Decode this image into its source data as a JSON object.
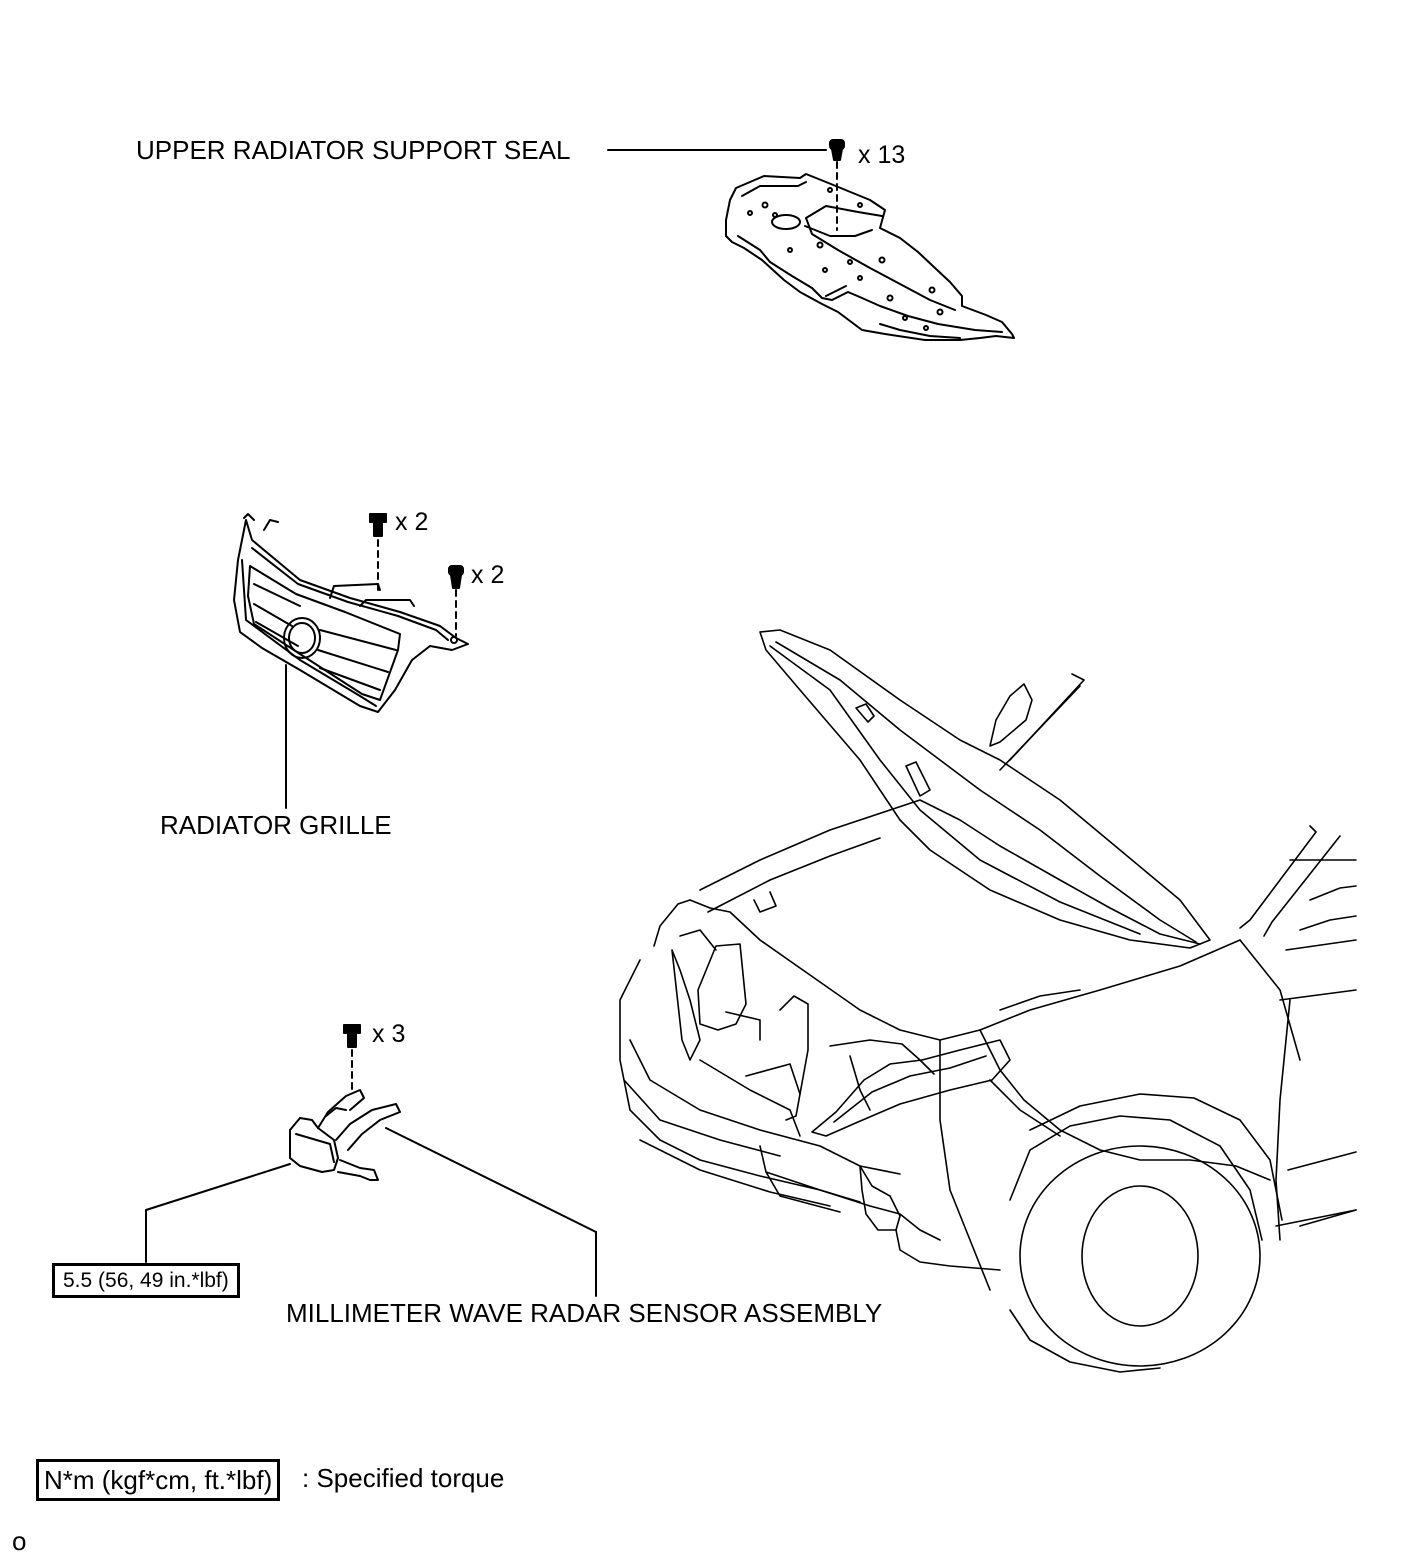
{
  "labels": {
    "upper_seal": "UPPER RADIATOR SUPPORT SEAL",
    "grille": "RADIATOR GRILLE",
    "radar": "MILLIMETER WAVE RADAR SENSOR ASSEMBLY"
  },
  "quantities": {
    "seal_clips": "x 13",
    "grille_bolts": "x 2",
    "grille_clips": "x 2",
    "radar_bolts": "x 3"
  },
  "torque": {
    "radar_value": "5.5 (56, 49 in.*lbf)"
  },
  "legend": {
    "unit": "N*m (kgf*cm, ft.*lbf)",
    "description": ": Specified torque"
  },
  "figure_id": "o"
}
